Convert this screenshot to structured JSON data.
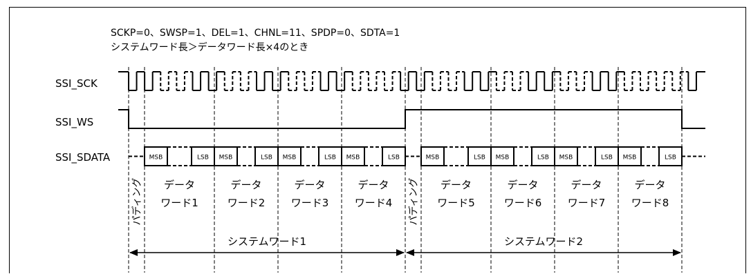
{
  "header": {
    "conditions": "SCKP=0、SWSP=1、DEL=1、CHNL=11、SPDP=0、SDTA=1",
    "note": "システムワード長＞データワード長×4のとき"
  },
  "signals": {
    "sck": "SSI_SCK",
    "ws": "SSI_WS",
    "sdata": "SSI_SDATA"
  },
  "bit_labels": {
    "msb": "MSB",
    "lsb": "LSB"
  },
  "padding_label": "パディング",
  "data_words": [
    {
      "line1": "データ",
      "line2": "ワード1"
    },
    {
      "line1": "データ",
      "line2": "ワード2"
    },
    {
      "line1": "データ",
      "line2": "ワード3"
    },
    {
      "line1": "データ",
      "line2": "ワード4"
    },
    {
      "line1": "データ",
      "line2": "ワード5"
    },
    {
      "line1": "データ",
      "line2": "ワード6"
    },
    {
      "line1": "データ",
      "line2": "ワード7"
    },
    {
      "line1": "データ",
      "line2": "ワード8"
    }
  ],
  "system_words": [
    "システムワード1",
    "システムワード2"
  ]
}
